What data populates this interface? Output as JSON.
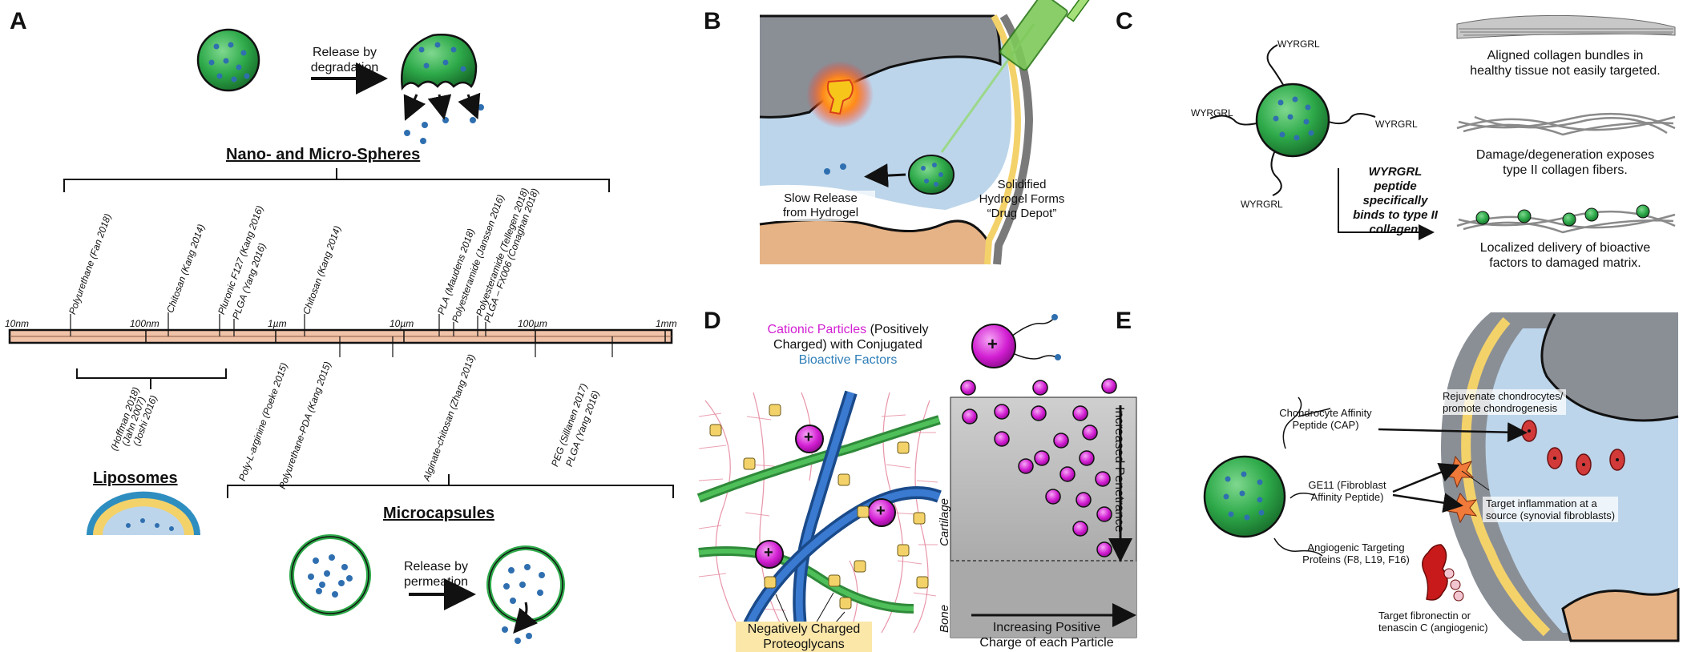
{
  "panels": {
    "a": "A",
    "b": "B",
    "c": "C",
    "d": "D",
    "e": "E"
  },
  "panel_a": {
    "release_degradation": [
      "Release by",
      "degradation"
    ],
    "spheres_title": "Nano- and Micro-Spheres",
    "scale_ticks": [
      "10nm",
      "100nm",
      "1µm",
      "10µm",
      "100µm",
      "1mm"
    ],
    "above_labels": [
      "Polyurethane (Fan 2018)",
      "Chitosan (Kang 2014)",
      "Pluronic F127 (Kang 2016)",
      "PLGA (Yang 2016)",
      "Chitosan (Kang 2014)",
      "PLA (Maudens 2018)",
      "Polyesteramide (Janssen 2016)",
      "Polyesteramide (Tellegen 2018)",
      "PLGA – FX006 (Conaghan 2018)"
    ],
    "liposome_refs": [
      "(Hoffman 2018)",
      "(Jahn 2007)",
      "(Joshi 2016)"
    ],
    "below_labels": [
      "Poly-L-arginine (Poeke 2015)",
      "Polyurethane-PDA (Kang 2015)",
      "Alginate-chitosan (Zhang 2013)",
      "PEG (Sillanen 2017)",
      "PLGA (Yang 2016)"
    ],
    "liposomes_title": "Liposomes",
    "microcapsules_title": "Microcapsules",
    "release_permeation": [
      "Release by",
      "permeation"
    ]
  },
  "panel_b": {
    "slow_release": [
      "Slow Release",
      "from Hydrogel"
    ],
    "depot": [
      "Solidified",
      "Hydrogel Forms",
      "“Drug Depot”"
    ]
  },
  "panel_c": {
    "peptide_tags": [
      "WYRGRL",
      "WYRGRL",
      "WYRGRL",
      "WYRGRL"
    ],
    "peptide_desc": [
      "WYRGRL",
      "peptide",
      "specifically",
      "binds to type II",
      "collagen."
    ],
    "aligned": [
      "Aligned collagen bundles in",
      "healthy tissue not easily targeted."
    ],
    "damage": [
      "Damage/degeneration exposes",
      "type II collagen fibers."
    ],
    "localized": [
      "Localized delivery of bioactive",
      "factors to damaged matrix."
    ]
  },
  "panel_d": {
    "cationic_word": "Cationic Particles",
    "cationic_rest": " (Positively",
    "charged_line": "Charged) with Conjugated",
    "bioactive": "Bioactive Factors",
    "neg_charged": [
      "Negatively Charged",
      "Proteoglycans"
    ],
    "increased_pen": "Increased Penetrance",
    "cartilage": "Cartilage",
    "bone": "Bone",
    "increasing_pos": [
      "Increasing Positive",
      "Charge of each Particle"
    ],
    "plus": "+",
    "minus": "−"
  },
  "panel_e": {
    "cap": [
      "Chondrocyte Affinity",
      "Peptide (CAP)"
    ],
    "rejuvenate": [
      "Rejuvenate chondrocytes/",
      "promote chondrogenesis"
    ],
    "ge11": [
      "GE11 (Fibroblast",
      "Affinity Peptide)"
    ],
    "target_inflam": [
      "Target inflammation at a",
      "source (synovial fibroblasts)"
    ],
    "angiogenic": [
      "Angiogenic Targeting",
      "Proteins (F8, L19, F16)"
    ],
    "target_fibro": [
      "Target fibronectin or",
      "tenascin C (angiogenic)"
    ]
  },
  "colors": {
    "sphere_green": "#2eaa4a",
    "dot_blue": "#2f6fb0",
    "magenta": "#d21ed2",
    "scale_bar": "#f0c3a8",
    "cartilage_blue": "#bcd5ea",
    "bone_gray": "#8a8f96",
    "yellow": "#f4d26a"
  }
}
